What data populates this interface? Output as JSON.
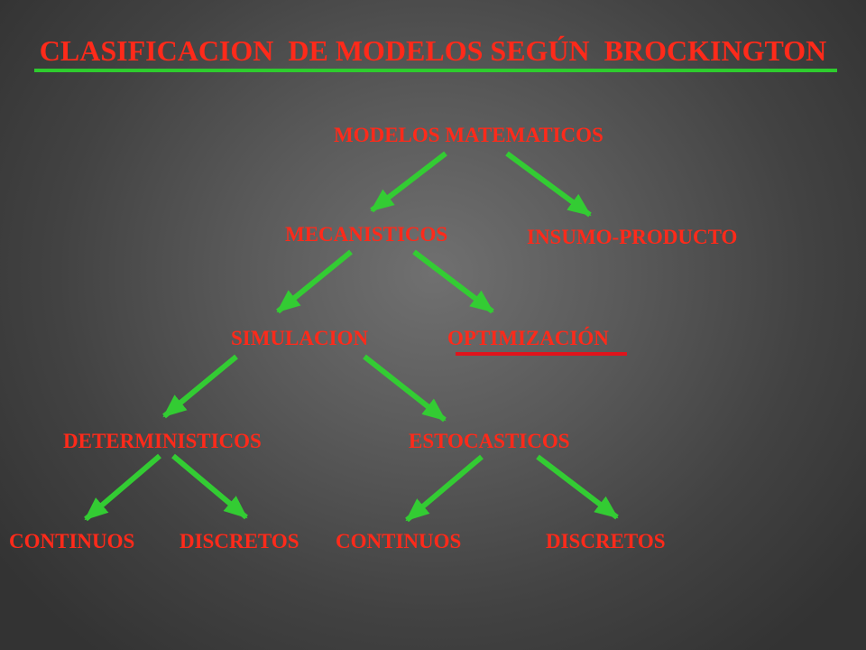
{
  "title": "CLASIFICACION  DE MODELOS SEGÚN  BROCKINGTON",
  "colors": {
    "text": "#ff2a1a",
    "arrow": "#33cc33",
    "title_rule": "#2ecc2e",
    "highlight_underline": "#e0141c"
  },
  "nodes": {
    "modelos_matematicos": "MODELOS MATEMATICOS",
    "mecanisticos": "MECANISTICOS",
    "insumo_producto": "INSUMO-PRODUCTO",
    "simulacion": "SIMULACION",
    "optimizacion": "OPTIMIZACIÓN",
    "deterministicos": "DETERMINISTICOS",
    "estocasticos": "ESTOCASTICOS",
    "det_continuos": "CONTINUOS",
    "det_discretos": "DISCRETOS",
    "est_continuos": "CONTINUOS",
    "est_discretos": "DISCRETOS"
  },
  "edges": [
    {
      "from": "MODELOS MATEMATICOS",
      "to": "MECANISTICOS"
    },
    {
      "from": "MODELOS MATEMATICOS",
      "to": "INSUMO-PRODUCTO"
    },
    {
      "from": "MECANISTICOS",
      "to": "SIMULACION"
    },
    {
      "from": "MECANISTICOS",
      "to": "OPTIMIZACIÓN"
    },
    {
      "from": "SIMULACION",
      "to": "DETERMINISTICOS"
    },
    {
      "from": "SIMULACION",
      "to": "ESTOCASTICOS"
    },
    {
      "from": "DETERMINISTICOS",
      "to": "CONTINUOS"
    },
    {
      "from": "DETERMINISTICOS",
      "to": "DISCRETOS"
    },
    {
      "from": "ESTOCASTICOS",
      "to": "CONTINUOS"
    },
    {
      "from": "ESTOCASTICOS",
      "to": "DISCRETOS"
    }
  ]
}
